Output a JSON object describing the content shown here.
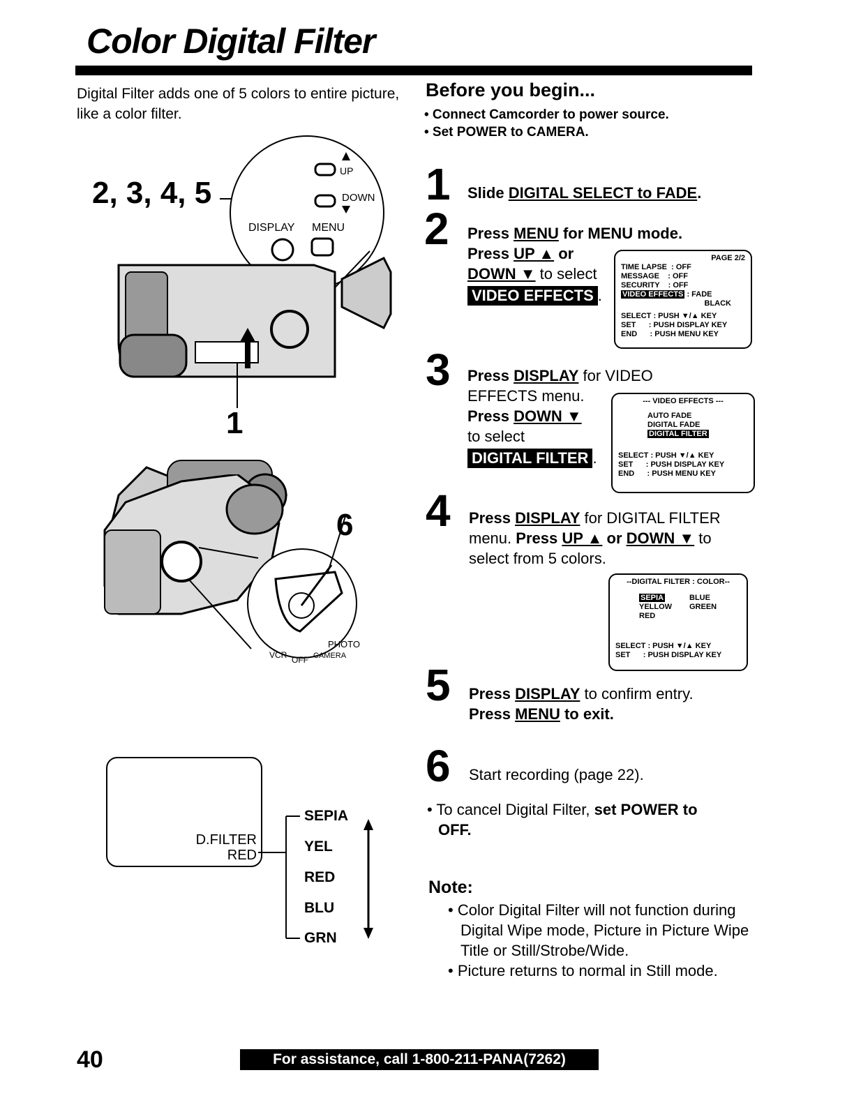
{
  "page": {
    "title": "Color Digital Filter",
    "intro": "Digital Filter adds one of 5 colors to entire picture, like a color filter.",
    "page_number": "40",
    "footer": "For assistance, call 1-800-211-PANA(7262)"
  },
  "before_you_begin": {
    "heading": "Before you begin...",
    "items": [
      "• Connect Camcorder to power source.",
      "• Set POWER to CAMERA."
    ]
  },
  "illustration": {
    "callout_top": "2, 3, 4, 5",
    "callout_1": "1",
    "callout_6": "6",
    "btn_up": "UP",
    "btn_down": "DOWN",
    "btn_display": "DISPLAY",
    "btn_menu": "MENU",
    "dial_vcr": "VCR",
    "dial_off": "OFF",
    "dial_camera": "CAMERA",
    "dial_photo": "PHOTO"
  },
  "steps": {
    "s1": {
      "num": "1",
      "pre": "Slide ",
      "link": "DIGITAL SELECT to FADE",
      "post": "."
    },
    "s2": {
      "num": "2",
      "a_pre": "Press ",
      "a_link": "MENU",
      "a_post": " for MENU mode.",
      "b_pre": "Press ",
      "b_up": "UP ▲",
      "b_or": " or",
      "b_down": "DOWN ▼",
      "b_post": " to select",
      "highlight": "VIDEO EFFECTS"
    },
    "s3": {
      "num": "3",
      "a_pre": "Press ",
      "a_link": "DISPLAY",
      "a_post": " for VIDEO",
      "a2": "EFFECTS menu.",
      "b_pre": "Press ",
      "b_link": "DOWN ▼",
      "b2": "to select",
      "highlight": "DIGITAL FILTER"
    },
    "s4": {
      "num": "4",
      "a_pre": "Press ",
      "a_link": "DISPLAY",
      "a_post": " for DIGITAL FILTER",
      "b1": "menu. ",
      "b_pre": "Press ",
      "b_up": "UP ▲",
      "b_or": " or ",
      "b_down": "DOWN ▼",
      "b_post": " to",
      "c": "select from 5 colors."
    },
    "s5": {
      "num": "5",
      "a_pre": "Press ",
      "a_link": "DISPLAY",
      "a_post": " to confirm entry.",
      "b_pre": "Press ",
      "b_link": "MENU",
      "b_post": " to exit."
    },
    "s6": {
      "num": "6",
      "text": "Start recording (page 22).",
      "cancel_pre": "• To cancel Digital Filter, ",
      "cancel_bold": "set POWER to",
      "cancel_bold2": "OFF."
    }
  },
  "osd1": {
    "page": "PAGE 2/2",
    "r1": "TIME LAPSE  : OFF",
    "r2": "MESSAGE    : OFF",
    "r3": "SECURITY    : OFF",
    "hl": "VIDEO EFFECTS",
    "r4": " : FADE",
    "r5": "BLACK",
    "f1": "SELECT : PUSH ▼/▲ KEY",
    "f2": "SET      : PUSH DISPLAY KEY",
    "f3": "END      : PUSH MENU KEY"
  },
  "osd2": {
    "head": "--- VIDEO EFFECTS ---",
    "r1": "AUTO FADE",
    "r2": "DIGITAL FADE",
    "hl": "DIGITAL FILTER",
    "f1": "SELECT : PUSH ▼/▲ KEY",
    "f2": "SET      : PUSH DISPLAY KEY",
    "f3": "END      : PUSH MENU KEY"
  },
  "osd3": {
    "head": "--DIGITAL FILTER : COLOR--",
    "hl": "SEPIA",
    "blue": "BLUE",
    "yellow": "YELLOW",
    "green": "GREEN",
    "red": "RED",
    "f1": "SELECT : PUSH ▼/▲ KEY",
    "f2": "SET      : PUSH DISPLAY KEY"
  },
  "screen": {
    "line1": "D.FILTER",
    "line2": "RED"
  },
  "filters": [
    "SEPIA",
    "YEL",
    "RED",
    "BLU",
    "GRN"
  ],
  "note": {
    "heading": "Note:",
    "items": [
      "• Color Digital Filter will not function during Digital Wipe mode, Picture in Picture Wipe Title or Still/Strobe/Wide.",
      "• Picture returns to normal in Still mode."
    ]
  }
}
